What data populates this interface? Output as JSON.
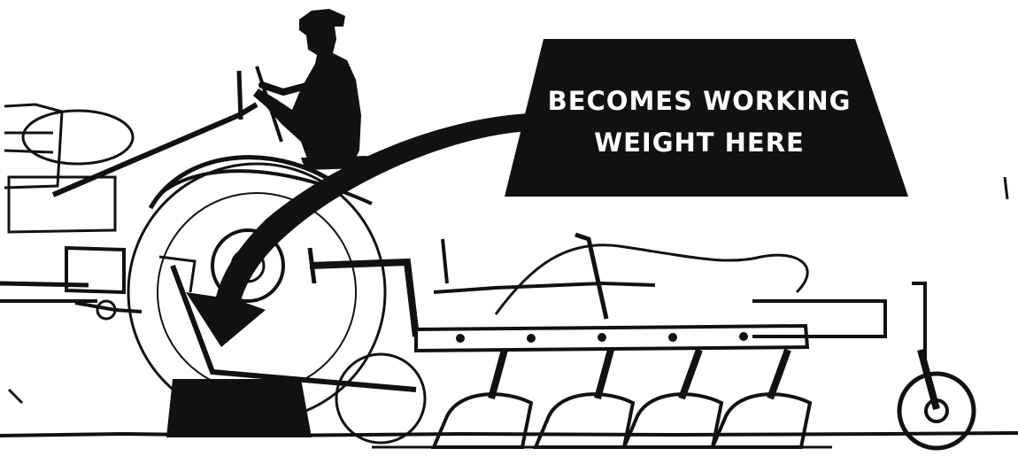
{
  "caption": {
    "line1": "BECOMES WORKING",
    "line2": "WEIGHT HERE"
  },
  "colors": {
    "ink": "#111111",
    "paper": "#ffffff"
  },
  "icons": [
    "farmer-silhouette",
    "tractor",
    "curved-arrow",
    "plow",
    "gauge-wheel"
  ]
}
